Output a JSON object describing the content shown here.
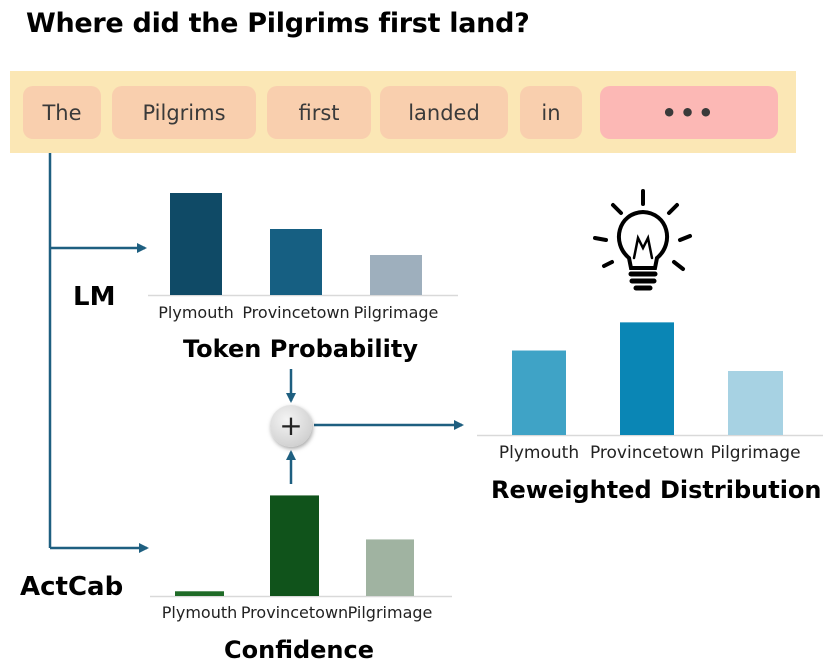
{
  "question": "Where did the Pilgrims first land?",
  "tokens": [
    "The",
    "Pilgrims",
    "first",
    "landed",
    "in",
    "•••"
  ],
  "labels": {
    "lm": "LM",
    "actcab": "ActCab",
    "plus": "+"
  },
  "captions": {
    "token_probability": "Token Probability",
    "confidence": "Confidence",
    "reweighted": "Reweighted Distribution"
  },
  "chart_data": [
    {
      "type": "bar",
      "title": "Token Probability",
      "categories": [
        "Plymouth",
        "Provincetown",
        "Pilgrimage"
      ],
      "values": [
        0.51,
        0.33,
        0.2
      ],
      "ylim": [
        0,
        0.6
      ],
      "colors": [
        "#0f4a66",
        "#165f82",
        "#9eafbd"
      ]
    },
    {
      "type": "bar",
      "title": "Confidence",
      "categories": [
        "Plymouth",
        "Provincetown",
        "Pilgrimage"
      ],
      "values": [
        0.03,
        0.64,
        0.36
      ],
      "ylim": [
        0,
        0.7
      ],
      "colors": [
        "#1f6b27",
        "#10531b",
        "#a0b3a1"
      ]
    },
    {
      "type": "bar",
      "title": "Reweighted Distribution",
      "categories": [
        "Plymouth",
        "Provincetown",
        "Pilgrimage"
      ],
      "values": [
        0.33,
        0.44,
        0.25
      ],
      "ylim": [
        0,
        0.5
      ],
      "colors": [
        "#3fa3c6",
        "#0a86b5",
        "#a7d2e3"
      ]
    }
  ],
  "colors": {
    "arrow": "#1e5f80",
    "band": "#fbe7b5",
    "token": "#f9cfae",
    "ellipsis": "#fcb8b5"
  },
  "icons": {
    "idea": "lightbulb-icon",
    "combine": "plus-icon"
  }
}
